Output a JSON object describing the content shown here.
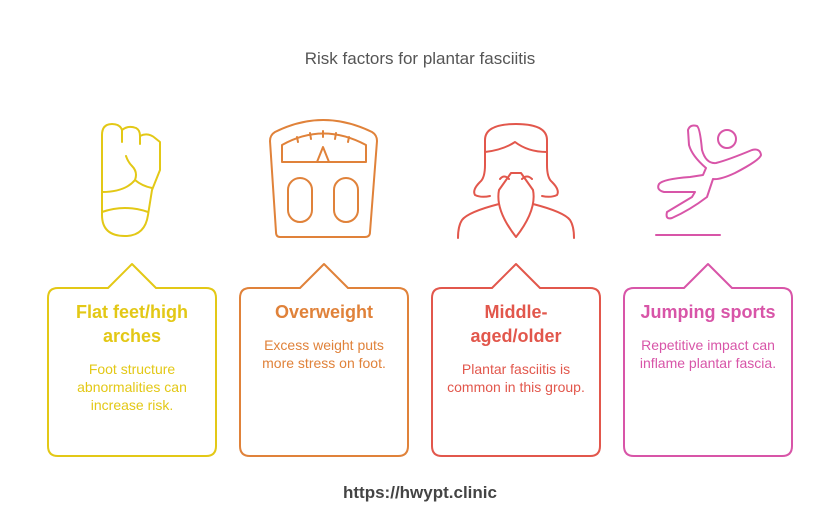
{
  "title": "Risk factors for plantar fasciitis",
  "colors": {
    "yellow": "#e3c816",
    "orange": "#e0823a",
    "red": "#e2574c",
    "pink": "#d855a8"
  },
  "factors": [
    {
      "heading": "Flat feet/high arches",
      "description": "Foot structure abnormalities can increase risk.",
      "icon": "foot-icon"
    },
    {
      "heading": "Overweight",
      "description": "Excess weight puts more stress on foot.",
      "icon": "scale-icon"
    },
    {
      "heading": "Middle-aged/older",
      "description": "Plantar fasciitis is common in this group.",
      "icon": "older-woman-icon"
    },
    {
      "heading": "Jumping sports",
      "description": "Repetitive impact can inflame plantar fascia.",
      "icon": "jumping-person-icon"
    }
  ],
  "footer": "https://hwypt.clinic"
}
